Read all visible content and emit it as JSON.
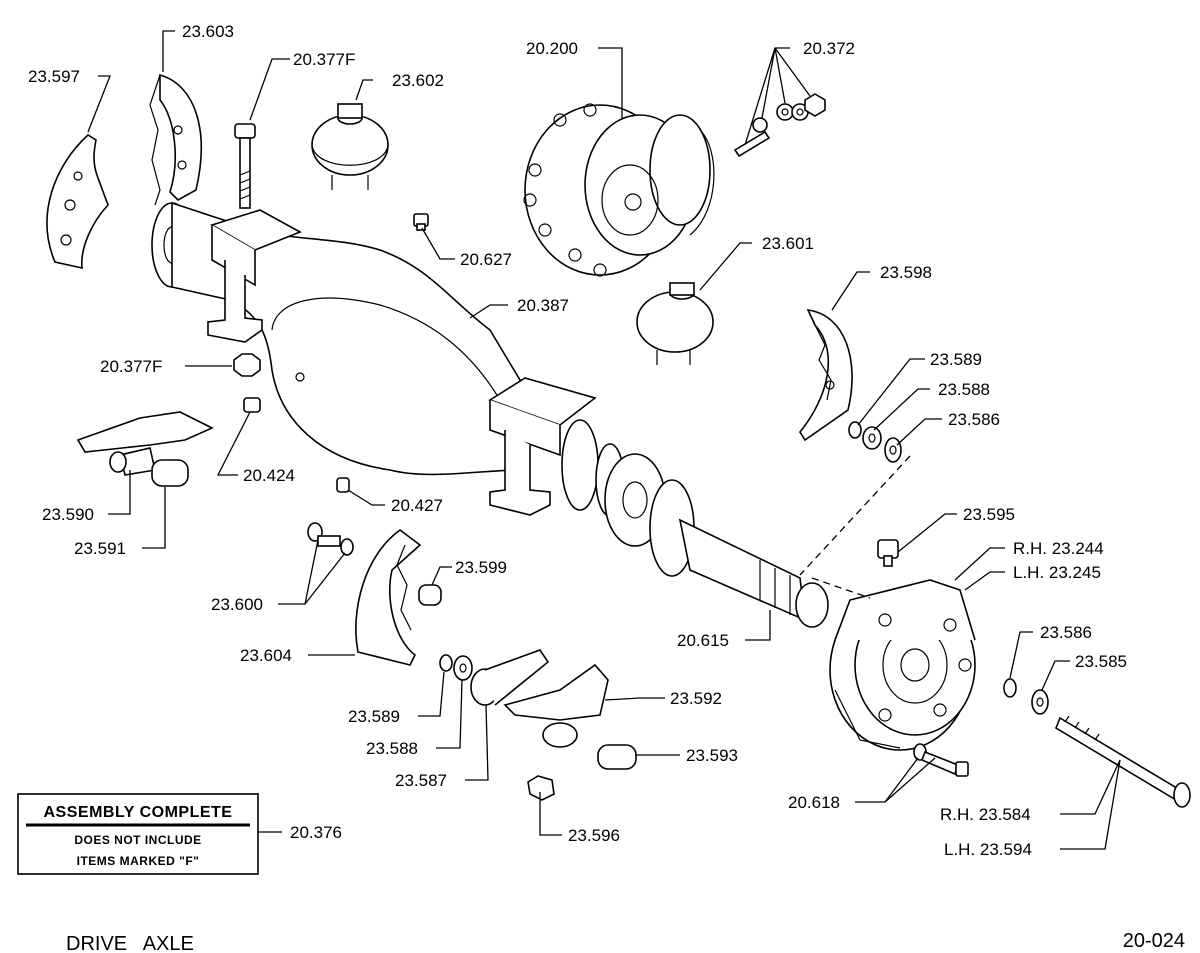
{
  "footer": {
    "title": "DRIVE   AXLE",
    "page_code": "20-024"
  },
  "assembly_box": {
    "title": "ASSEMBLY COMPLETE",
    "line1": "DOES NOT INCLUDE",
    "line2": "ITEMS MARKED \"F\"",
    "ref": "20.376"
  },
  "labels": {
    "l23603": "23.603",
    "l23597": "23.597",
    "l20377f_top": "20.377F",
    "l23602": "23.602",
    "l20200": "20.200",
    "l20372": "20.372",
    "l20627": "20.627",
    "l23601": "23.601",
    "l23598": "23.598",
    "l20387": "20.387",
    "l20377f_nut": "20.377F",
    "l23589_r": "23.589",
    "l23588_r": "23.588",
    "l23586_r": "23.586",
    "l20424": "20.424",
    "l23590": "23.590",
    "l20427": "20.427",
    "l23591": "23.591",
    "l23595": "23.595",
    "l_rh23244": "R.H. 23.244",
    "l_lh23245": "L.H. 23.245",
    "l23599": "23.599",
    "l23600": "23.600",
    "l20615": "20.615",
    "l23586_b": "23.586",
    "l23604": "23.604",
    "l23585": "23.585",
    "l23592": "23.592",
    "l23589_b": "23.589",
    "l23588_b": "23.588",
    "l23593": "23.593",
    "l23587": "23.587",
    "l20618": "20.618",
    "l_rh23584": "R.H. 23.584",
    "l23596": "23.596",
    "l_lh23594": "L.H. 23.594"
  }
}
